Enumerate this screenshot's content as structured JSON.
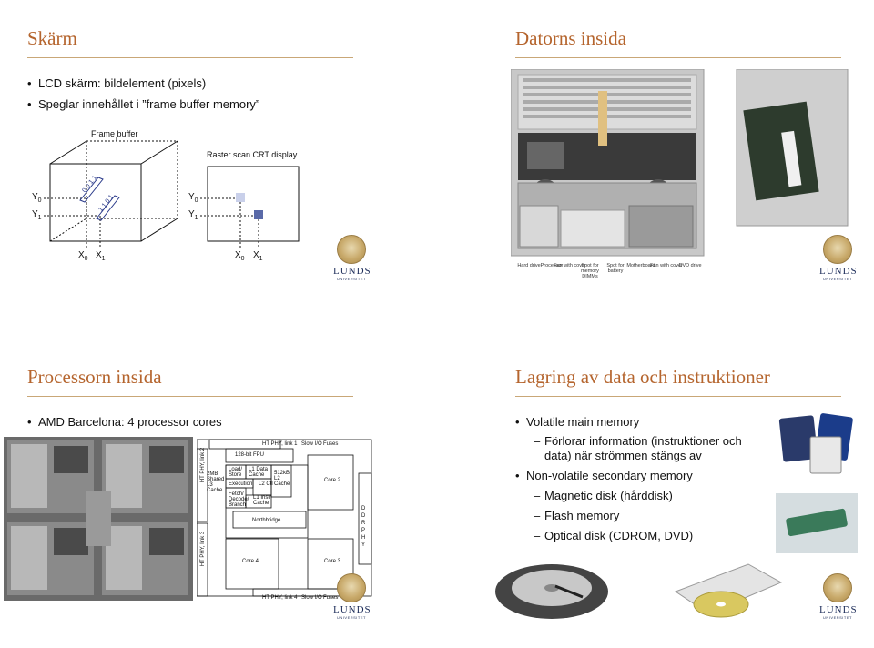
{
  "slides": {
    "skarm": {
      "title": "Skärm",
      "bullets": [
        "LCD skärm: bildelement (pixels)",
        "Speglar innehållet i ”frame buffer memory”"
      ],
      "diagram": {
        "frame_buffer": "Frame buffer",
        "crt": "Raster scan CRT display",
        "y0": "Y",
        "y0_sub": "0",
        "y1": "Y",
        "y1_sub": "1",
        "x0": "X",
        "x0_sub": "0",
        "x1": "X",
        "x1_sub": "1",
        "bits_top": "0 0 1 1",
        "bits_bottom": "1 1 0 1"
      }
    },
    "datorns": {
      "title": "Datorns insida",
      "labels": [
        "Hard drive",
        "Processor",
        "Fan with cover",
        "Spot for memory DIMMs",
        "Spot for battery",
        "Motherboard",
        "Fan with cover",
        "DVD drive"
      ]
    },
    "processorn": {
      "title": "Processorn insida",
      "bullets": [
        "AMD Barcelona: 4 processor cores"
      ],
      "chip": {
        "ht1": "HT PHY, link 1",
        "slow1": "Slow I/O",
        "fuses1": "Fuses",
        "fpu": "128-bit FPU",
        "ht2": "HT PHY, link 2",
        "ht3": "HT PHY, link 3",
        "l3": "2MB Shared L3 Cache",
        "ls": "Load/ Store",
        "l1d": "L1 Data Cache",
        "exec": "Execution",
        "l2ctl": "L2 Ctl",
        "fetch": "Fetch/ Decode/ Branch",
        "l1i": "L1 Instr Cache",
        "l2": "512kB L2 Cache",
        "core2": "Core 2",
        "core3": "Core 3",
        "core4": "Core 4",
        "nb": "Northbridge",
        "ddr": "D D R P H Y",
        "ht4": "HT PHY, link 4",
        "slow4": "Slow I/O",
        "fuses4": "Fuses"
      }
    },
    "lagring": {
      "title": "Lagring av data och instruktioner",
      "bullet1": "Volatile main memory",
      "sub1a": "Förlorar information (instruktioner och",
      "sub1b": "data) när strömmen stängs av",
      "bullet2": "Non-volatile secondary memory",
      "subs2": [
        "Magnetic disk (hårddisk)",
        "Flash memory",
        "Optical disk (CDROM, DVD)"
      ]
    }
  },
  "logo": {
    "line1": "LUNDS",
    "line2": "UNIVERSITET"
  },
  "colors": {
    "title": "#b5652e",
    "rule": "#c9a777",
    "pixel_light": "#c9d0ea",
    "pixel_dark": "#5a6aa8"
  }
}
